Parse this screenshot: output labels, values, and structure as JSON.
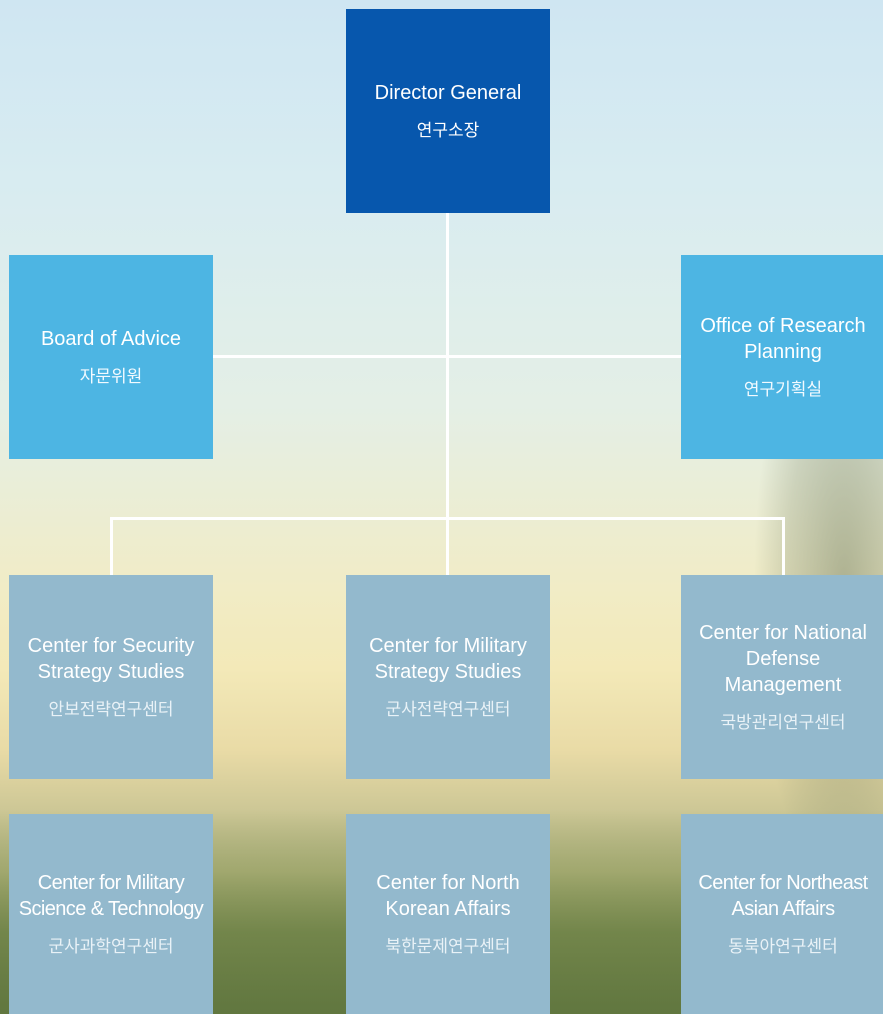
{
  "boxes": {
    "director": {
      "en": "Director General",
      "ko": "연구소장"
    },
    "board": {
      "en": "Board of Advice",
      "ko": "자문위원"
    },
    "planning": {
      "en": "Office of Research Planning",
      "ko": "연구기획실"
    },
    "security": {
      "en": "Center for Security Strategy Studies",
      "ko": "안보전략연구센터"
    },
    "military_strategy": {
      "en": "Center for Military Strategy Studies",
      "ko": "군사전략연구센터"
    },
    "defense_mgmt": {
      "en": "Center for National Defense Management",
      "ko": "국방관리연구센터"
    },
    "military_science": {
      "en": "Center for Military Science & Technology",
      "ko": "군사과학연구센터"
    },
    "north_korea": {
      "en": "Center for North Korean Affairs",
      "ko": "북한문제연구센터"
    },
    "northeast_asia": {
      "en": "Center for Northeast Asian Affairs",
      "ko": "동북아연구센터"
    }
  },
  "colors": {
    "director": "#0757ad",
    "advisory": "#4db5e3",
    "centers": "#93b9cd",
    "connector": "#ffffff"
  }
}
